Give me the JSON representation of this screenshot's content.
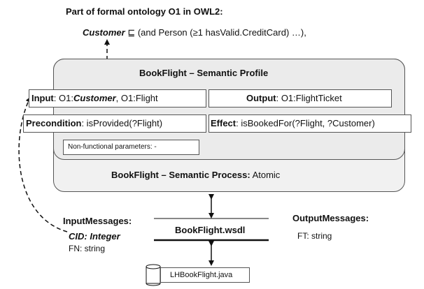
{
  "ontology": {
    "heading": "Part of formal ontology O1 in OWL2:",
    "axiom_term": "Customer",
    "axiom_symbol": "⊑",
    "axiom_rest": "(and Person (≥1 hasValid.CreditCard) …),"
  },
  "profile": {
    "title": "BookFlight – Semantic Profile",
    "input_label": "Input",
    "input_sep": ":",
    "input_prefix": "O1:",
    "input_term": "Customer",
    "input_rest": ", O1:Flight",
    "output_label": "Output",
    "output_value": ":   O1:FlightTicket",
    "precondition_label": "Precondition",
    "precondition_value": ": isProvided(?Flight)",
    "effect_label": "Effect",
    "effect_value": ": isBookedFor(?Flight, ?Customer)",
    "nonfunctional": "Non-functional parameters:  -"
  },
  "process": {
    "name": "BookFlight",
    "label": " – Semantic Process:",
    "value": " Atomic"
  },
  "wsdl": {
    "name": "BookFlight.wsdl",
    "input_heading": "InputMessages:",
    "input_cid": "CID: Integer",
    "input_fn_label": "FN",
    "input_fn_value": ": string",
    "output_heading": "OutputMessages:",
    "output_ft_label": "FT",
    "output_ft_value": ": string"
  },
  "impl": {
    "file": "LHBookFlight.java"
  }
}
